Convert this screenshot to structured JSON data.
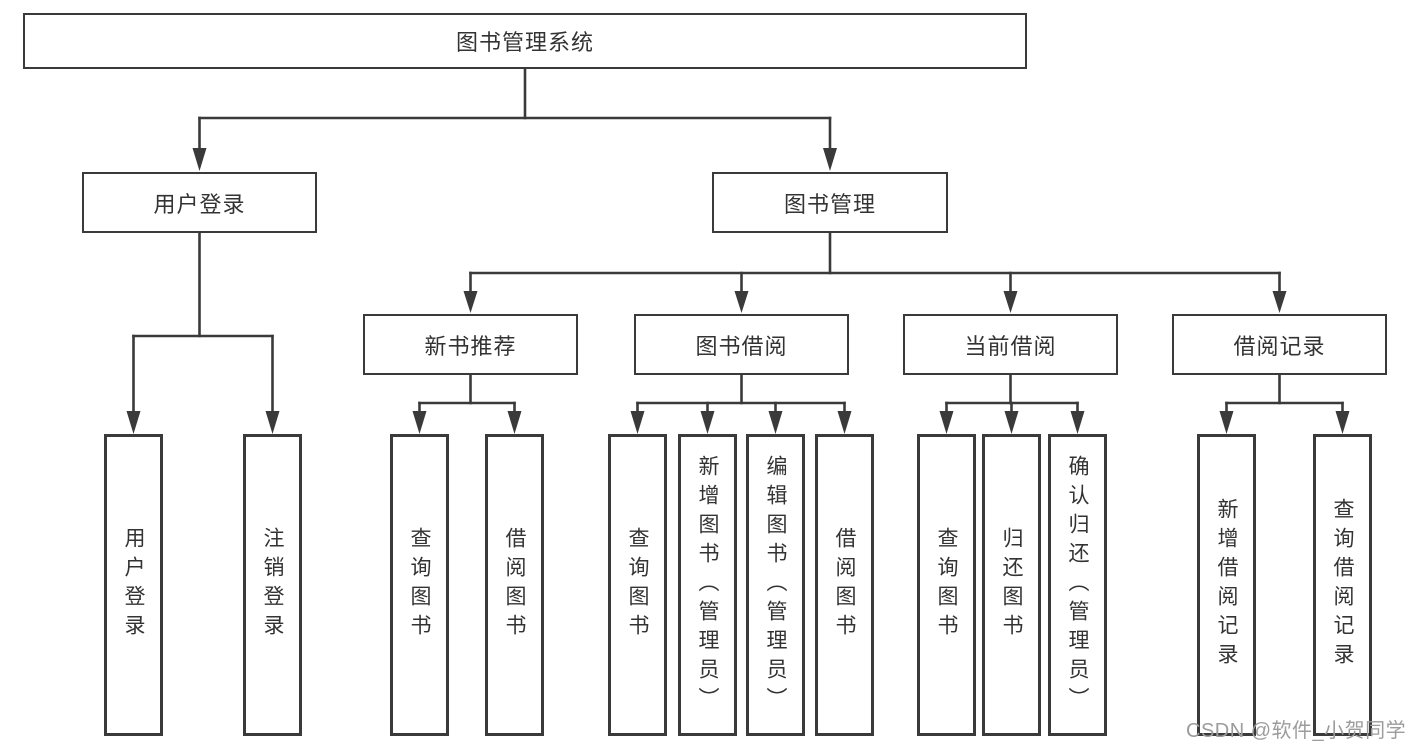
{
  "title": "图书管理系统",
  "branches": {
    "user_login": {
      "label": "用户登录",
      "children": [
        "用户登录",
        "注销登录"
      ]
    },
    "book_mgmt": {
      "label": "图书管理",
      "sections": [
        {
          "label": "新书推荐",
          "children": [
            "查询图书",
            "借阅图书"
          ]
        },
        {
          "label": "图书借阅",
          "children": [
            "查询图书",
            "新增图书（管理员）",
            "编辑图书（管理员）",
            "借阅图书"
          ]
        },
        {
          "label": "当前借阅",
          "children": [
            "查询图书",
            "归还图书",
            "确认归还（管理员）"
          ]
        },
        {
          "label": "借阅记录",
          "children": [
            "新增借阅记录",
            "查询借阅记录"
          ]
        }
      ]
    }
  },
  "watermark": {
    "text": "CSDN @软件_小贺同学"
  },
  "colors": {
    "line": "#3a3a3a",
    "text": "#333333",
    "box-bg": "#ffffff",
    "watermark": "#9c9c9c"
  }
}
